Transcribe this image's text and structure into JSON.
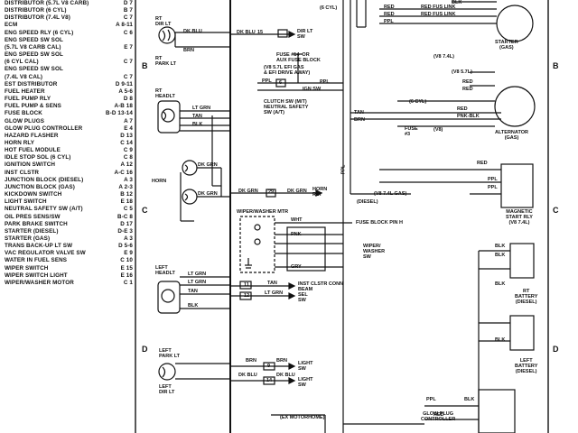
{
  "component_index": [
    {
      "name": "DISTRIBUTOR (5.7L V8 CARB)",
      "ref": "D 7"
    },
    {
      "name": "DISTRIBUTOR (6 CYL)",
      "ref": "B 7"
    },
    {
      "name": "DISTRIBUTOR (7.4L V8)",
      "ref": "C 7"
    },
    {
      "name": "ECM",
      "ref": "A 8-11"
    },
    {
      "name": "ENG SPEED RLY (6 CYL)",
      "ref": "C 6"
    },
    {
      "name": "ENG SPEED SW SOL",
      "ref": ""
    },
    {
      "name": "(5.7L V8 CARB CAL)",
      "ref": "E 7"
    },
    {
      "name": "ENG SPEED SW SOL",
      "ref": ""
    },
    {
      "name": "(6 CYL CAL)",
      "ref": "C 7"
    },
    {
      "name": "ENG SPEED SW SOL",
      "ref": ""
    },
    {
      "name": "(7.4L V8 CAL)",
      "ref": "C 7"
    },
    {
      "name": "EST DISTRIBUTOR",
      "ref": "D 9-11"
    },
    {
      "name": "FUEL HEATER",
      "ref": "A 5-6"
    },
    {
      "name": "FUEL PUMP RLY",
      "ref": "D 8"
    },
    {
      "name": "FUEL PUMP & SENS",
      "ref": "A-B 18"
    },
    {
      "name": "FUSE BLOCK",
      "ref": "B-D 13-14"
    },
    {
      "name": "GLOW PLUGS",
      "ref": "A 7"
    },
    {
      "name": "GLOW PLUG CONTROLLER",
      "ref": "E 4"
    },
    {
      "name": "HAZARD FLASHER",
      "ref": "D 13"
    },
    {
      "name": "HORN RLY",
      "ref": "C 14"
    },
    {
      "name": "HOT FUEL MODULE",
      "ref": "C 9"
    },
    {
      "name": "IDLE STOP SOL (6 CYL)",
      "ref": "C 8"
    },
    {
      "name": "IGNITION SWITCH",
      "ref": "A 12"
    },
    {
      "name": "INST CLSTR",
      "ref": "A-C 16"
    },
    {
      "name": "JUNCTION BLOCK (DIESEL)",
      "ref": "A 3"
    },
    {
      "name": "JUNCTION BLOCK (GAS)",
      "ref": "A 2-3"
    },
    {
      "name": "KICKDOWN SWITCH",
      "ref": "B 12"
    },
    {
      "name": "LIGHT SWITCH",
      "ref": "E 18"
    },
    {
      "name": "NEUTRAL SAFETY SW (A/T)",
      "ref": "C 5"
    },
    {
      "name": "OIL PRES SENS/SW",
      "ref": "B-C 8"
    },
    {
      "name": "PARK BRAKE SWITCH",
      "ref": "D 17"
    },
    {
      "name": "STARTER (DIESEL)",
      "ref": "D-E 3"
    },
    {
      "name": "STARTER (GAS)",
      "ref": "A 3"
    },
    {
      "name": "TRANS BACK-UP LT SW",
      "ref": "D 5-6"
    },
    {
      "name": "VAC REGULATOR VALVE SW",
      "ref": "E 9"
    },
    {
      "name": "WATER IN FUEL SENS",
      "ref": "C 10"
    },
    {
      "name": "WIPER SWITCH",
      "ref": "E 15"
    },
    {
      "name": "WIPER SWITCH LIGHT",
      "ref": "E 16"
    },
    {
      "name": "WIPER/WASHER MOTOR",
      "ref": "C 1"
    }
  ],
  "zones": [
    "B",
    "C",
    "D",
    "B",
    "C",
    "D"
  ],
  "components": {
    "rt_dir_lt": "RT\nDIR LT",
    "rt_park_lt": "RT\nPARK LT",
    "rt_headlt": "RT\nHEADLT",
    "horn": "HORN",
    "wiper_washer_mtr": "WIPER/WASHER MTR",
    "left_headlt": "LEFT\nHEADLT",
    "left_park_lt": "LEFT\nPARK LT",
    "left_dir_lt": "LEFT\nDIR LT",
    "fuse14": "FUSE #14  OR\nAUX FUSE BLOCK",
    "fuse14_note": "(V8 5.7L EFI GAS\n& EFI DRIVE AWAY)",
    "clutch_sw": "CLUTCH SW (M/T)\nNEUTRAL SAFETY\nSW (A/T)",
    "starter_gas": "STARTER\n(GAS)",
    "alternator": "ALTERNATOR\n(GAS)",
    "magnetic_start_rly": "MAGNETIC\nSTART RLY\n(V8 7.4L)",
    "fuse3": "FUSE\n#3",
    "rt_battery": "RT\nBATTERY\n(DIESEL)",
    "left_battery": "LEFT\nBATTERY\n(DIESEL)",
    "fuse_block_pin": "FUSE BLOCK PIN H",
    "wiper_washer_sw": "WIPER/\nWASHER\nSW",
    "inst_clstr_conn": "INST CLSTR CONN\nBEAM\nSEL\nSW",
    "light_sw_1": "LIGHT\nSW",
    "light_sw_2": "LIGHT\nSW",
    "glow_plug_ctrl": "GLOW PLUG\nCONTROLLER",
    "ex_motorhome": "(EX MOTORHOME)"
  },
  "wire_labels": {
    "dk_blu": "DK BLU",
    "brn": "BRN",
    "lt_grn": "LT GRN",
    "tan": "TAN",
    "blk": "BLK",
    "dk_grn": "DK GRN",
    "wht": "WHT",
    "pnk": "PNK",
    "gry": "GRY",
    "ppl": "PPL",
    "red": "RED",
    "pnk_blk": "PNK-BLK",
    "red_fus_link": "RED FUS LINK",
    "ign_sw": "IGN SW",
    "lt_grn_sw": "LT GRN",
    "dir_lt_sw": "DIR LT\nSW",
    "horn_rly": "HORN\nRLY",
    "six_cyl": "(6 CYL)",
    "v8_74l": "(V8 7.4L)",
    "v8_57l": "(V8 5.7L)",
    "v8": "(V8)",
    "diesel": "(DIESEL)",
    "v8_74l_gas": "(V8 7.4L GAS)",
    "conn_15": "15",
    "conn_6": "6",
    "conn_29": "29",
    "conn_11": "11",
    "conn_12": "12",
    "conn_9": "9",
    "conn_14": "14"
  }
}
